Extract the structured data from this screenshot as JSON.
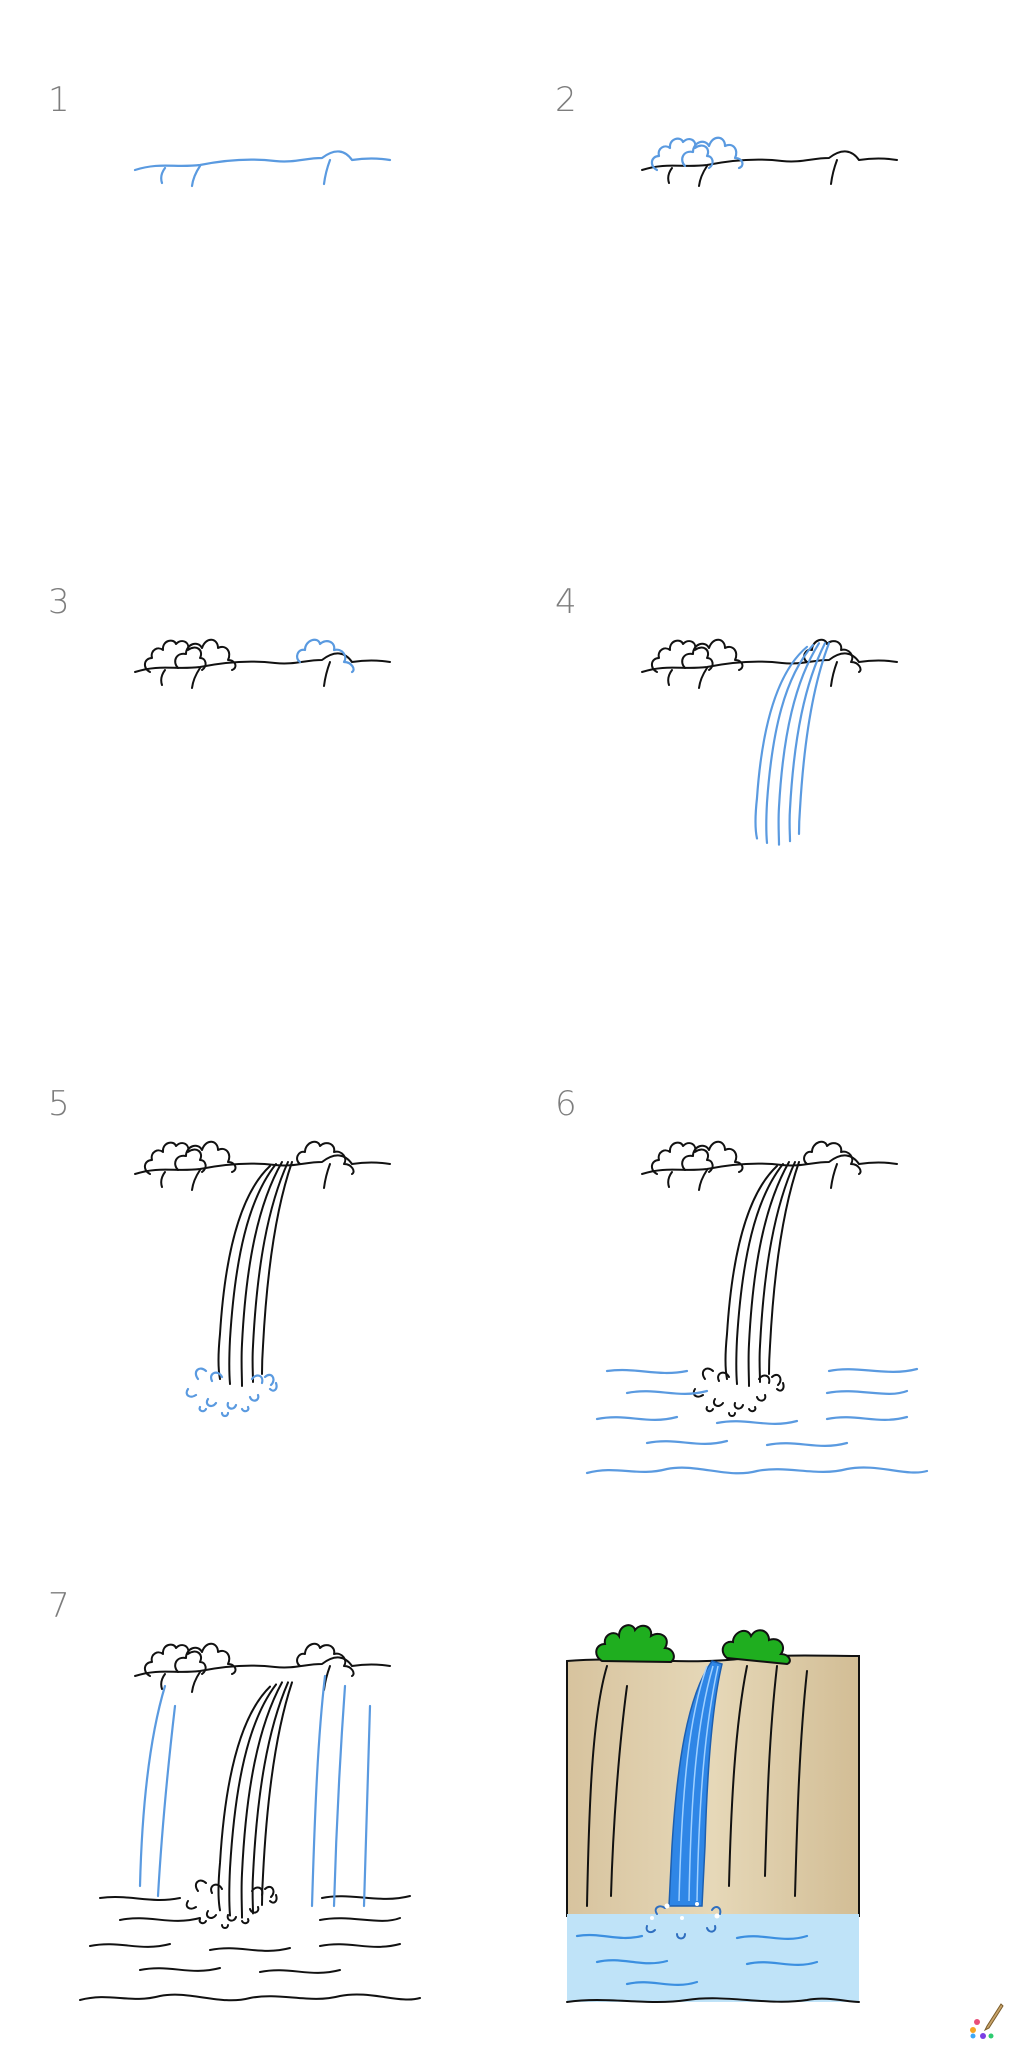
{
  "steps": [
    {
      "number": "1"
    },
    {
      "number": "2"
    },
    {
      "number": "3"
    },
    {
      "number": "4"
    },
    {
      "number": "5"
    },
    {
      "number": "6"
    },
    {
      "number": "7"
    },
    {
      "number": ""
    }
  ],
  "colors": {
    "outline": "#111111",
    "new_stroke": "#5a9ae0",
    "rock": "#d9c6a2",
    "water": "#bfe3f8",
    "waterfall": "#2f86e6",
    "foliage": "#1fae1f"
  },
  "logo": {
    "icon": "palette-brush-logo-icon"
  }
}
